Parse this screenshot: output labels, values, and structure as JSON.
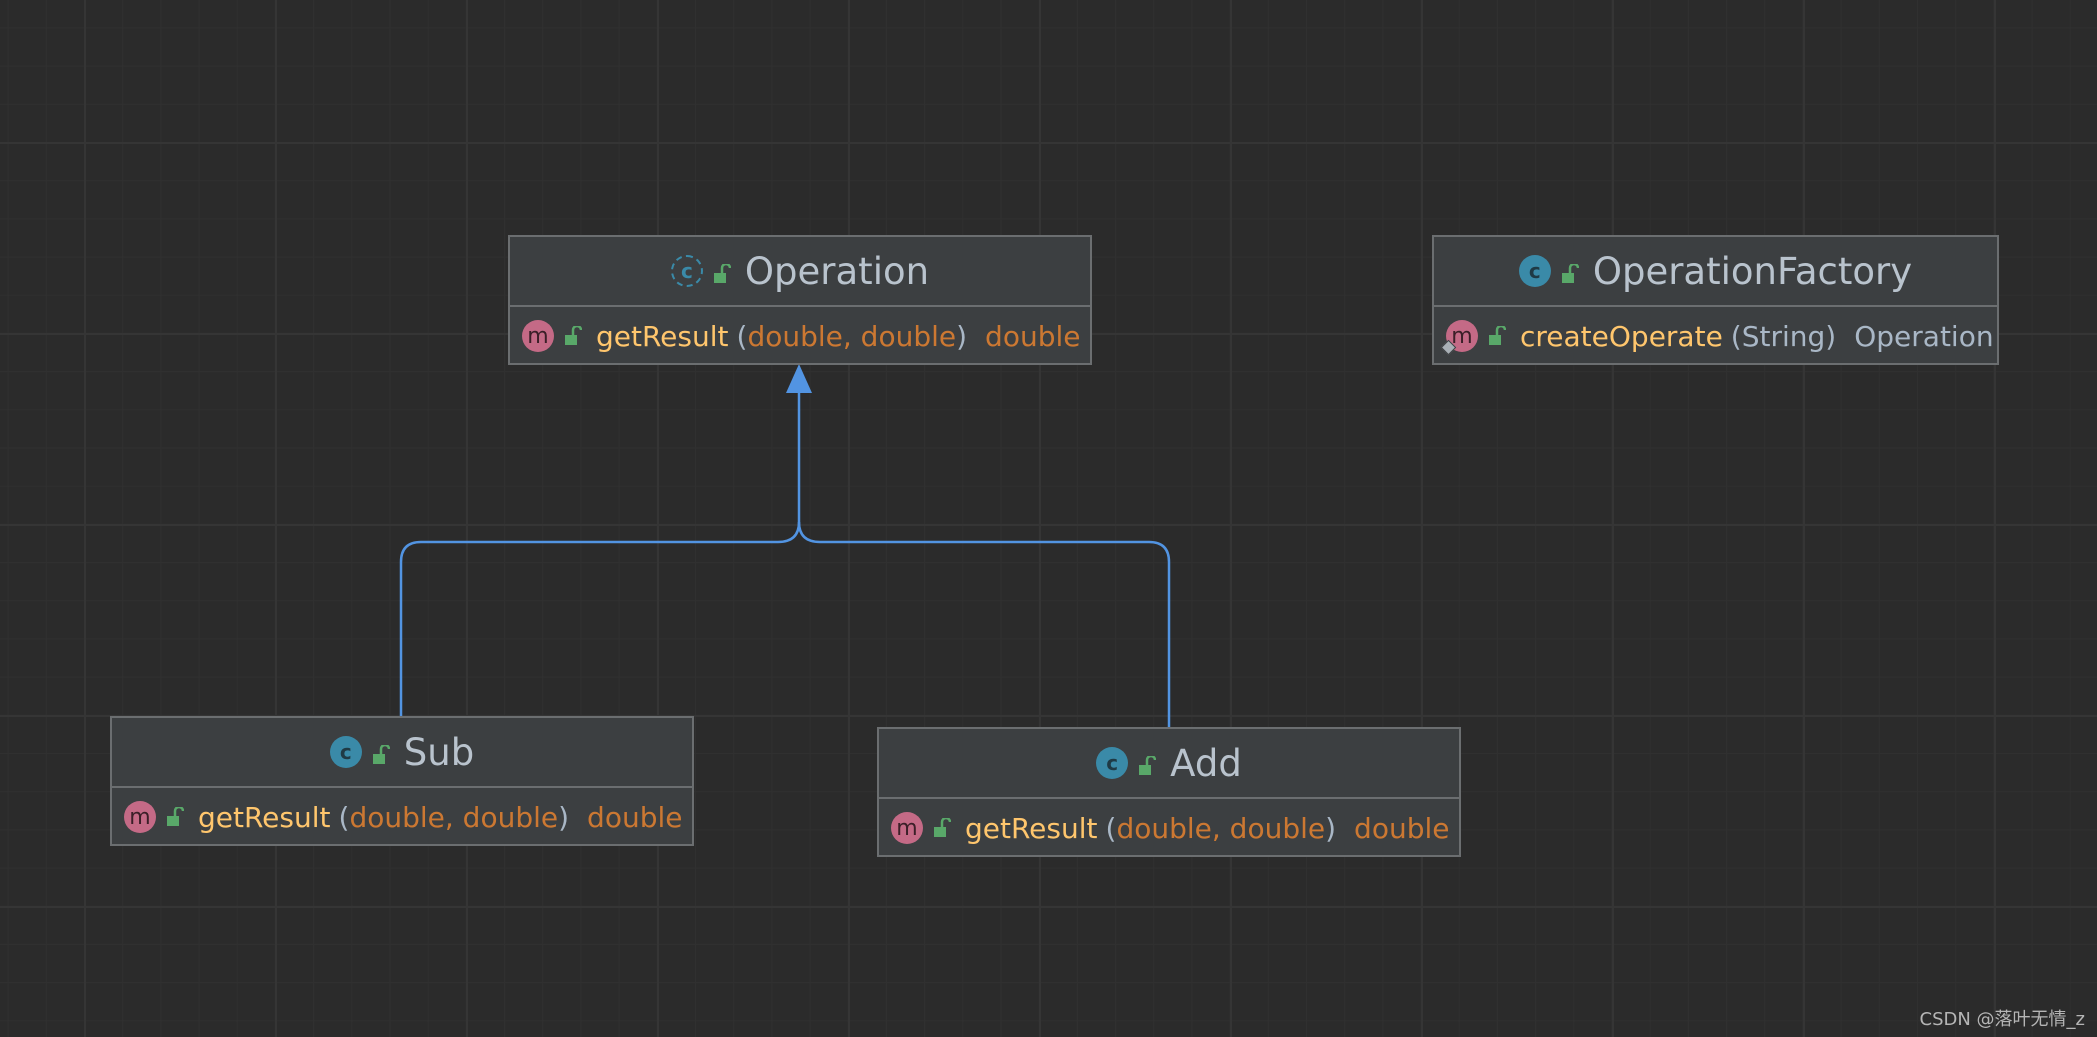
{
  "colors": {
    "background": "#2b2b2b",
    "node_fill": "#3c3f41",
    "node_border": "#6b6e70",
    "edge": "#5294e2",
    "class_icon": "#3a8aa8",
    "method_icon": "#c46a86",
    "method_name": "#ffc66d",
    "type_keyword": "#cc7832",
    "plain_text": "#a9b7c6"
  },
  "nodes": {
    "operation": {
      "name": "Operation",
      "class_icon": "c",
      "class_icon_kind": "abstract-class-icon",
      "visibility_icon": "unlocked-icon",
      "method": {
        "icon": "m",
        "name": "getResult",
        "open": "(",
        "params": "double, double",
        "close": ")",
        "return_type": "double"
      }
    },
    "operation_factory": {
      "name": "OperationFactory",
      "class_icon": "c",
      "class_icon_kind": "class-icon",
      "visibility_icon": "unlocked-icon",
      "method": {
        "icon": "m",
        "static": true,
        "name": "createOperate",
        "open": "(",
        "params": "String",
        "close": ")",
        "return_type": "Operation"
      }
    },
    "sub": {
      "name": "Sub",
      "class_icon": "c",
      "class_icon_kind": "class-icon",
      "visibility_icon": "unlocked-icon",
      "method": {
        "icon": "m",
        "name": "getResult",
        "open": "(",
        "params": "double, double",
        "close": ")",
        "return_type": "double"
      }
    },
    "add": {
      "name": "Add",
      "class_icon": "c",
      "class_icon_kind": "class-icon",
      "visibility_icon": "unlocked-icon",
      "method": {
        "icon": "m",
        "name": "getResult",
        "open": "(",
        "params": "double, double",
        "close": ")",
        "return_type": "double"
      }
    }
  },
  "edges": [
    {
      "from": "Sub",
      "to": "Operation",
      "kind": "generalization"
    },
    {
      "from": "Add",
      "to": "Operation",
      "kind": "generalization"
    }
  ],
  "watermark": "CSDN @落叶无情_z"
}
